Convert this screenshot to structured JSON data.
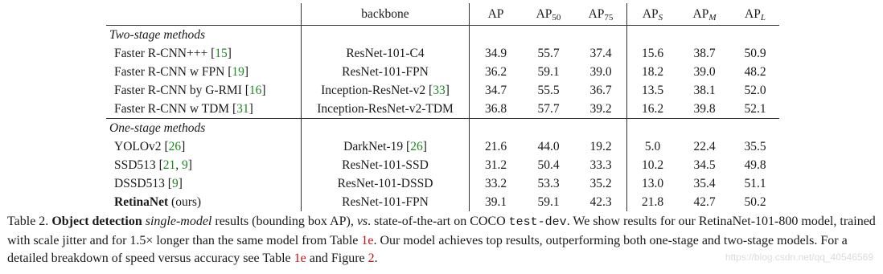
{
  "table": {
    "header": {
      "method": "",
      "backbone": "backbone",
      "ap": "AP",
      "ap50_base": "AP",
      "ap50_sub": "50",
      "ap75_base": "AP",
      "ap75_sub": "75",
      "aps_base": "AP",
      "aps_sub": "S",
      "apm_base": "AP",
      "apm_sub": "M",
      "apl_base": "AP",
      "apl_sub": "L"
    },
    "two_stage_label": "Two-stage methods",
    "one_stage_label": "One-stage methods",
    "two_stage_rows": [
      {
        "method": "Faster R-CNN+++ ",
        "refs": [
          "15"
        ],
        "backbone": "ResNet-101-C4",
        "backbone_ref": "",
        "ap": "34.9",
        "ap50": "55.7",
        "ap75": "37.4",
        "aps": "15.6",
        "apm": "38.7",
        "apl": "50.9"
      },
      {
        "method": "Faster R-CNN w FPN ",
        "refs": [
          "19"
        ],
        "backbone": "ResNet-101-FPN",
        "backbone_ref": "",
        "ap": "36.2",
        "ap50": "59.1",
        "ap75": "39.0",
        "aps": "18.2",
        "apm": "39.0",
        "apl": "48.2"
      },
      {
        "method": "Faster R-CNN by G-RMI ",
        "refs": [
          "16"
        ],
        "backbone": "Inception-ResNet-v2 ",
        "backbone_ref": "33",
        "ap": "34.7",
        "ap50": "55.5",
        "ap75": "36.7",
        "aps": "13.5",
        "apm": "38.1",
        "apl": "52.0"
      },
      {
        "method": "Faster R-CNN w TDM ",
        "refs": [
          "31"
        ],
        "backbone": "Inception-ResNet-v2-TDM",
        "backbone_ref": "",
        "ap": "36.8",
        "ap50": "57.7",
        "ap75": "39.2",
        "aps": "16.2",
        "apm": "39.8",
        "apl": "52.1"
      }
    ],
    "one_stage_rows": [
      {
        "method": "YOLOv2 ",
        "refs": [
          "26"
        ],
        "backbone": "DarkNet-19 ",
        "backbone_ref": "26",
        "ap": "21.6",
        "ap50": "44.0",
        "ap75": "19.2",
        "aps": "5.0",
        "apm": "22.4",
        "apl": "35.5"
      },
      {
        "method": "SSD513 ",
        "refs": [
          "21",
          "9"
        ],
        "backbone": "ResNet-101-SSD",
        "backbone_ref": "",
        "ap": "31.2",
        "ap50": "50.4",
        "ap75": "33.3",
        "aps": "10.2",
        "apm": "34.5",
        "apl": "49.8"
      },
      {
        "method": "DSSD513 ",
        "refs": [
          "9"
        ],
        "backbone": "ResNet-101-DSSD",
        "backbone_ref": "",
        "ap": "33.2",
        "ap50": "53.3",
        "ap75": "35.2",
        "aps": "13.0",
        "apm": "35.4",
        "apl": "51.1"
      }
    ],
    "ours": {
      "method_bold": "RetinaNet",
      "method_rest": " (ours)",
      "backbone": "ResNet-101-FPN",
      "ap": "39.1",
      "ap50": "59.1",
      "ap75": "42.3",
      "aps": "21.8",
      "apm": "42.7",
      "apl": "50.2"
    }
  },
  "caption": {
    "label": "Table 2. ",
    "bold_lead": "Object detection",
    "italic_1": "single-model",
    "text_1": " results (bounding box AP), ",
    "italic_vs": "vs",
    "text_2": ". state-of-the-art on COCO ",
    "mono": "test-dev",
    "text_3": ". We show results for our RetinaNet-101-800 model, trained with scale jitter and for 1.5× longer than the same model from Table ",
    "ref_1": "1e",
    "text_4": ". Our model achieves top results, outperforming both one-stage and two-stage models. For a detailed breakdown of speed versus accuracy see Table ",
    "ref_2": "1e",
    "text_5": " and Figure ",
    "ref_3": "2",
    "text_6": "."
  },
  "watermark": "https://blog.csdn.net/qq_40546569"
}
